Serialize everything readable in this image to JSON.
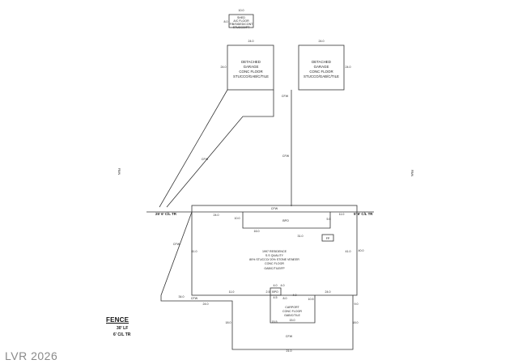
{
  "shed": {
    "lines": [
      "SHED",
      "A/C FLOOR",
      "F/B/SIDED/CONT",
      "STUCCO/PT"
    ],
    "dim_top": "10.0",
    "dim_side": "8.0"
  },
  "garage_left": {
    "lines": [
      "DETACHED",
      "GARAGE",
      "CONC FLOOR",
      "STUCCO/GAB/C/TILE"
    ],
    "dim_top": "24.0",
    "dim_side": "24.0"
  },
  "garage_right": {
    "lines": [
      "DETACHED",
      "GARAGE",
      "CONC FLOOR",
      "STUCCO/GAB/C/TILE"
    ],
    "dim_top": "24.0",
    "dim_side": "24.0"
  },
  "cfw_labels": [
    "CFW",
    "CFW",
    "CFW",
    "CFW",
    "CFW",
    "CFW",
    "CFW"
  ],
  "side_labels": {
    "left": "FB/N",
    "right": "FB/N"
  },
  "house": {
    "lines": [
      "1997 RESIDENCE",
      "S.S QUALITY",
      "80% STUCCO/ 20% STONE VENEER",
      "CONC FLOOR",
      "GAB/C/TILE/FP"
    ],
    "bpo": "BPO",
    "fp": "FP"
  },
  "fence_labels": {
    "left": "25' 6' C/L TR",
    "right": "5' 6' C/L TR"
  },
  "dims": [
    "24.0",
    "10.0",
    "5.5",
    "11.0",
    "16.0",
    "31.0",
    "41.0",
    "41.0",
    "40.0",
    "11.0",
    "24.0",
    "4.0",
    "2.5",
    "4.0",
    "4.5",
    "34.0",
    "18.0",
    "18.0",
    "24.0",
    "9.0",
    "21.0",
    "15.5",
    "10.5",
    "8.0",
    "4.0"
  ],
  "carport": {
    "bpo": "BPO",
    "lines": [
      "CARPORT",
      "CONC FLOOR",
      "GAB/C/TILE"
    ],
    "dim": "15.0"
  },
  "fence": {
    "title": "FENCE",
    "line1": "30' LF",
    "line2": "6' C/L TR"
  },
  "watermark": "LVR 2026"
}
